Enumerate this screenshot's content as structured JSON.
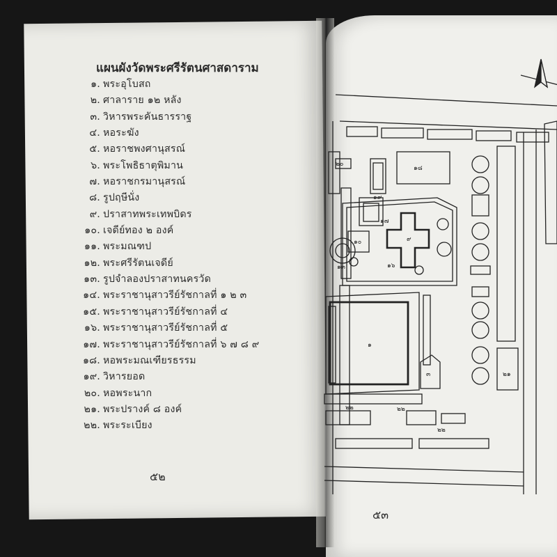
{
  "left_page": {
    "title": "แผนผังวัดพระศรีรัตนศาสดาราม",
    "legend": [
      {
        "num": "๑.",
        "label": "พระอุโบสถ"
      },
      {
        "num": "๒.",
        "label": "ศาลาราย ๑๒ หลัง"
      },
      {
        "num": "๓.",
        "label": "วิหารพระคันธารราฐ"
      },
      {
        "num": "๔.",
        "label": "หอระฆัง"
      },
      {
        "num": "๕.",
        "label": "หอราชพงศานุสรณ์"
      },
      {
        "num": "๖.",
        "label": "พระโพธิธาตุพิมาน"
      },
      {
        "num": "๗.",
        "label": "หอราชกรมานุสรณ์"
      },
      {
        "num": "๘.",
        "label": "รูปฤษีนั่ง"
      },
      {
        "num": "๙.",
        "label": "ปราสาทพระเทพบิดร"
      },
      {
        "num": "๑๐.",
        "label": "เจดีย์ทอง ๒ องค์"
      },
      {
        "num": "๑๑.",
        "label": "พระมณฑป"
      },
      {
        "num": "๑๒.",
        "label": "พระศรีรัตนเจดีย์"
      },
      {
        "num": "๑๓.",
        "label": "รูปจำลองปราสาทนครวัด"
      },
      {
        "num": "๑๔.",
        "label": "พระราชานุสาวรีย์รัชกาลที่ ๑ ๒ ๓"
      },
      {
        "num": "๑๕.",
        "label": "พระราชานุสาวรีย์รัชกาลที่ ๔"
      },
      {
        "num": "๑๖.",
        "label": "พระราชานุสาวรีย์รัชกาลที่ ๕"
      },
      {
        "num": "๑๗.",
        "label": "พระราชานุสาวรีย์รัชกาลที่ ๖ ๗ ๘ ๙"
      },
      {
        "num": "๑๘.",
        "label": "หอพระมณเฑียรธรรม"
      },
      {
        "num": "๑๙.",
        "label": "วิหารยอด"
      },
      {
        "num": "๒๐.",
        "label": "หอพระนาก"
      },
      {
        "num": "๒๑.",
        "label": "พระปรางค์ ๘ องค์"
      },
      {
        "num": "๒๒.",
        "label": "พระระเบียง"
      }
    ],
    "page_number": "๕๒"
  },
  "right_page": {
    "map_labels": {
      "l18": "๑๘",
      "l19": "๑๙",
      "l20": "๒๐",
      "l17": "๑๗",
      "l10": "๑๐",
      "l13": "๑๓",
      "l9": "๙",
      "l16": "๑๖",
      "l1": "๑",
      "l3": "๓",
      "l22a": "๒๒",
      "l22b": "๒๒",
      "l22c": "๒๒",
      "l21": "๒๑"
    },
    "page_number": "๕๓"
  }
}
